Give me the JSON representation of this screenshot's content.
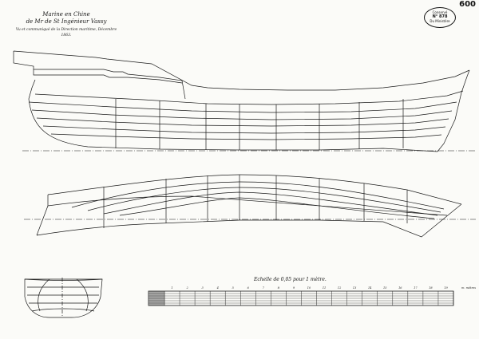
{
  "title": {
    "line1": "Marine en Chine",
    "line2": "de Mr de St Ingénieur Vassy",
    "line3": "Vu et communiqué de la Direction maritime, Décembre 1863."
  },
  "page_number": "600",
  "stamp": {
    "line1": "Conservé",
    "line2": "N° 878",
    "line3": "Du Ministère"
  },
  "scale": {
    "title": "Echelle de 0,05 pour 1 mètre.",
    "tick_labels": [
      "1",
      "2",
      "3",
      "4",
      "5",
      "6",
      "7",
      "8",
      "9",
      "10",
      "11",
      "12",
      "13",
      "14",
      "15",
      "16",
      "17",
      "18",
      "19"
    ],
    "end_label": "m. mètres"
  },
  "drawing": {
    "views": [
      "profile",
      "half-breadth-plan",
      "body-plan"
    ],
    "ink_color": "#1a1a1a"
  }
}
